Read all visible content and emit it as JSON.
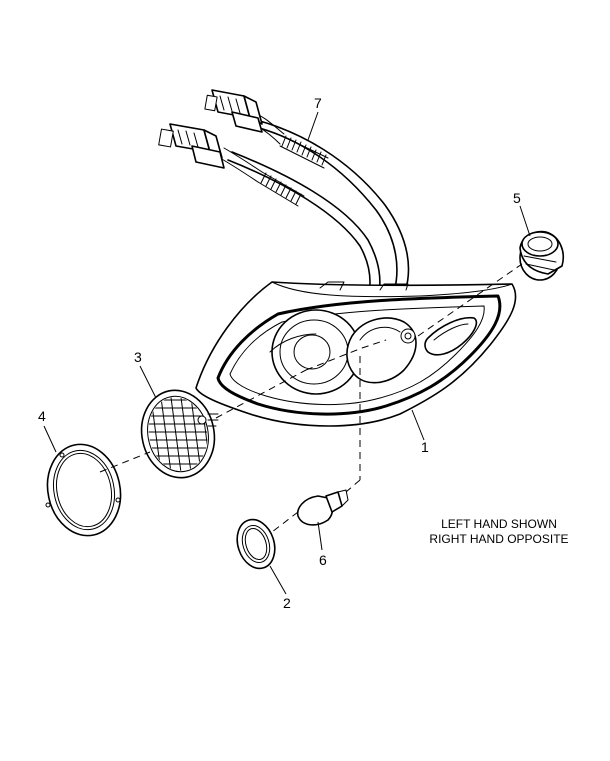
{
  "callouts": {
    "c1": "1",
    "c2": "2",
    "c3": "3",
    "c4": "4",
    "c5": "5",
    "c6": "6",
    "c7": "7"
  },
  "note": {
    "line1": "LEFT HAND SHOWN",
    "line2": "RIGHT HAND OPPOSITE"
  },
  "colors": {
    "line": "#000000",
    "background": "#ffffff"
  }
}
